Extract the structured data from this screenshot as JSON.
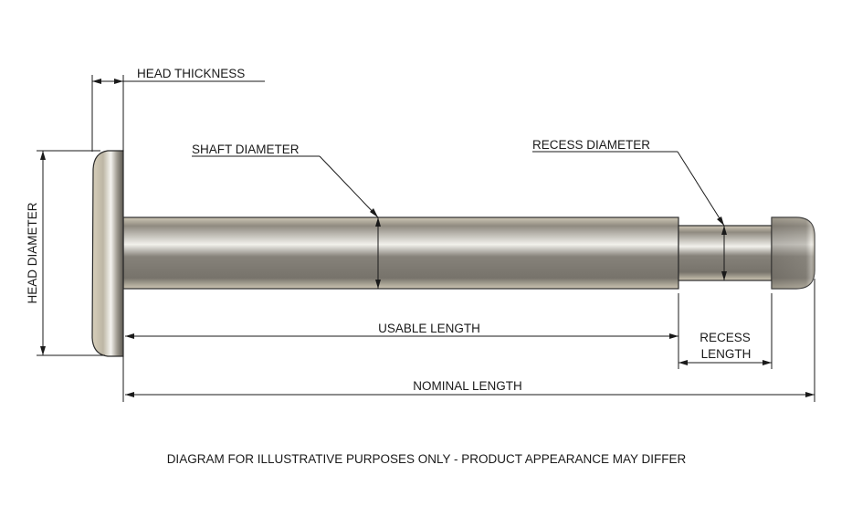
{
  "labels": {
    "head_thickness": "HEAD THICKNESS",
    "head_diameter": "HEAD DIAMETER",
    "shaft_diameter": "SHAFT DIAMETER",
    "recess_diameter": "RECESS DIAMETER",
    "usable_length": "USABLE LENGTH",
    "recess_length_line1": "RECESS",
    "recess_length_line2": "LENGTH",
    "nominal_length": "NOMINAL LENGTH"
  },
  "footer": "DIAGRAM FOR ILLUSTRATIVE PURPOSES ONLY - PRODUCT APPEARANCE MAY DIFFER",
  "colors": {
    "metal_light": "#e8e6e0",
    "metal_mid": "#9a968c",
    "metal_dark": "#6f6b63",
    "head_tint": "#d9d1bd"
  }
}
